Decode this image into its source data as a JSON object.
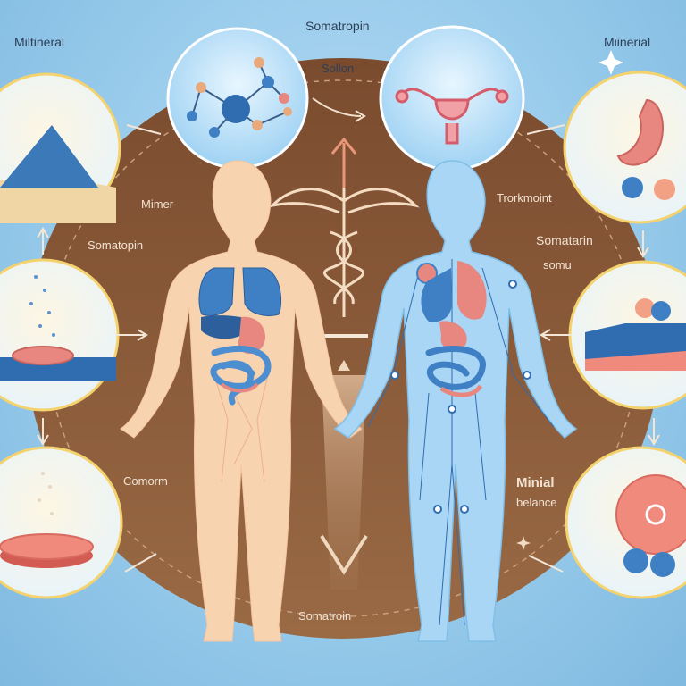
{
  "labels": {
    "mineral_left": "Miltineral",
    "mineral_right": "Miinerial",
    "top_center": "Somatropin",
    "top_arrow": "Sollon",
    "left_mid": "Mimer",
    "left_sub": "Somatopin",
    "left_low": "Comorm",
    "right_top": "Trorkmoint",
    "right_mid": "Somatarin",
    "right_mid_sub": "somu",
    "right_low": "Minial",
    "right_low_sub": "belance",
    "bottom": "Somatroin"
  },
  "colors": {
    "background": "#8ec3e6",
    "brown_disc": "#8a5a3a",
    "left_body": "#f7d1ad",
    "right_body": "#a9d6f5",
    "organ_blue": "#3f7fc4",
    "organ_pink": "#e8877f"
  },
  "icons": [
    "molecule-icon",
    "uterus-icon",
    "caduceus-icon",
    "powder-pile-icon",
    "tablet-icon",
    "stomach-icon",
    "sparkle-icon"
  ]
}
